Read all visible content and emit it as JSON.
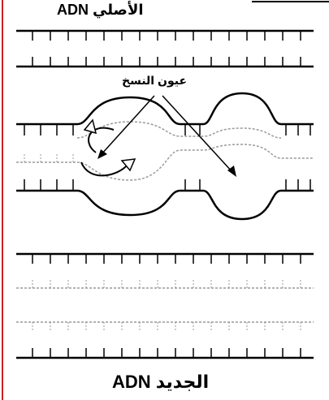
{
  "labels": {
    "original_dna": "ADN الأصلي",
    "replication_eyes": "عيون النسخ",
    "new_dna": "ADN الجديد"
  },
  "colors": {
    "border": "#cc2222",
    "strand": "#000000",
    "new_strand": "#9a9a9a"
  }
}
